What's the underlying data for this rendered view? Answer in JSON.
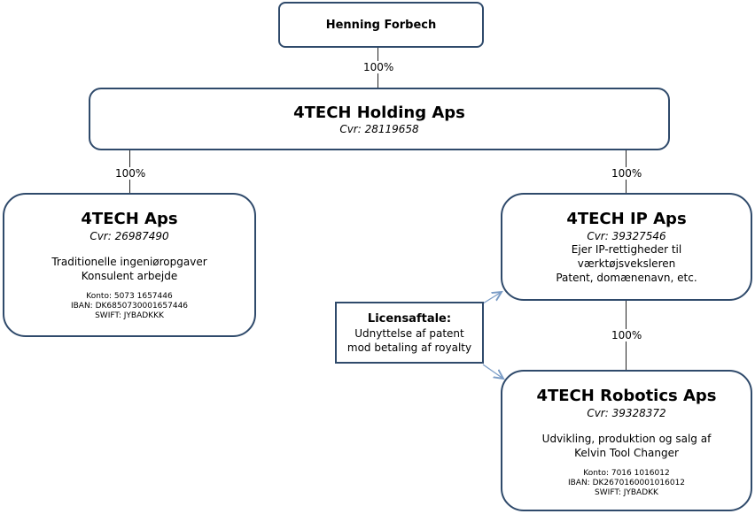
{
  "owner": {
    "name": "Henning Forbech"
  },
  "holding": {
    "name": "4TECH Holding Aps",
    "cvr": "Cvr: 28119658"
  },
  "aps": {
    "name": "4TECH Aps",
    "cvr": "Cvr: 26987490",
    "desc1": "Traditionelle ingeniøropgaver",
    "desc2": "Konsulent arbejde",
    "konto": "Konto: 5073 1657446",
    "iban": "IBAN: DK6850730001657446",
    "swift": "SWIFT: JYBADKKK"
  },
  "ip": {
    "name": "4TECH IP Aps",
    "cvr": "Cvr: 39327546",
    "desc1": "Ejer IP-rettigheder til",
    "desc2": "værktøjsveksleren",
    "desc3": "Patent, domænenavn, etc."
  },
  "robotics": {
    "name": "4TECH Robotics Aps",
    "cvr": "Cvr: 39328372",
    "desc1": "Udvikling, produktion og salg af",
    "desc2": "Kelvin Tool Changer",
    "konto": "Konto:  7016 1016012",
    "iban": "IBAN:  DK2670160001016012",
    "swift": "SWIFT:  JYBADKK"
  },
  "license": {
    "title": "Licensaftale:",
    "line1": "Udnyttelse af patent",
    "line2": "mod betaling af royalty"
  },
  "ownership": {
    "owner_to_holding": "100%",
    "holding_to_aps": "100%",
    "holding_to_ip": "100%",
    "ip_to_robotics": "100%"
  },
  "colors": {
    "border": "#2f4a6b",
    "connector": "#222222",
    "arrow": "#7a9cc6"
  }
}
